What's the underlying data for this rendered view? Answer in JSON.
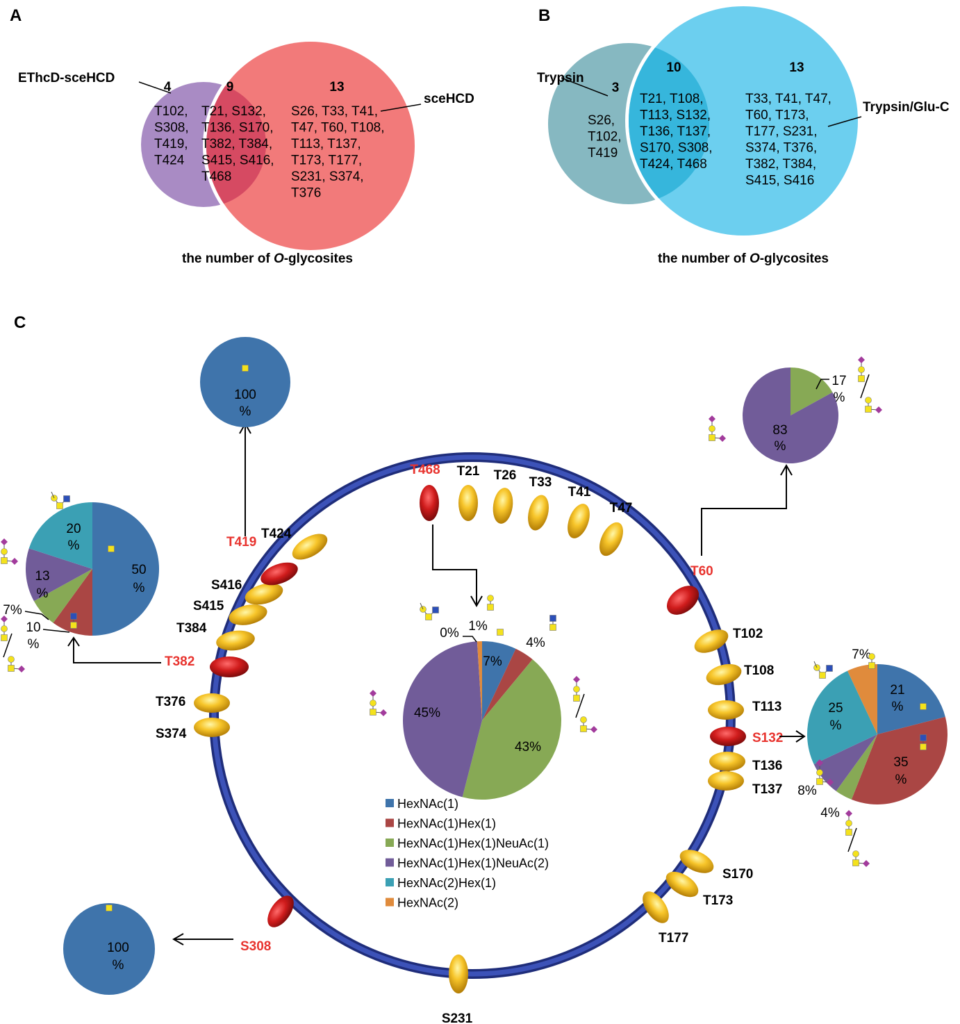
{
  "panels": {
    "a": {
      "letter": "A",
      "footer_pre": "the number of ",
      "footer_italic": "O",
      "footer_post": "-glycosites",
      "left_label": "EThcD-sceHCD",
      "right_label": "sceHCD",
      "left_count": "4",
      "overlap_count": "9",
      "right_count": "13",
      "left_lines": [
        "T102,",
        "S308,",
        "T419,",
        "T424"
      ],
      "overlap_lines": [
        "T21, S132,",
        "T136, S170,",
        "T382, T384,",
        "S415, S416,",
        "T468"
      ],
      "right_lines": [
        "S26, T33, T41,",
        "T47, T60, T108,",
        "T113, T137,",
        "T173, T177,",
        "S231, S374,",
        "T376"
      ]
    },
    "b": {
      "letter": "B",
      "footer_pre": "the number of ",
      "footer_italic": "O",
      "footer_post": "-glycosites",
      "left_label": "Trypsin",
      "right_label": "Trypsin/Glu-C",
      "left_count": "3",
      "overlap_count": "10",
      "right_count": "13",
      "left_lines": [
        "S26,",
        "T102,",
        "T419"
      ],
      "overlap_lines": [
        "T21, T108,",
        "T113, S132,",
        "T136, T137,",
        "S170, S308,",
        "T424, T468"
      ],
      "right_lines": [
        "T33, T41, T47,",
        "T60, T173,",
        "T177, S231,",
        "S374, T376,",
        "T382, T384,",
        "S415, S416"
      ]
    },
    "c": {
      "letter": "C",
      "sites_black": [
        "T21",
        "T26",
        "T33",
        "T41",
        "T47",
        "T102",
        "T108",
        "T113",
        "T136",
        "T137",
        "S170",
        "T173",
        "T177",
        "S231",
        "S374",
        "T376",
        "T384",
        "S415",
        "S416",
        "T424"
      ],
      "sites_red": [
        "T468",
        "T60",
        "S132",
        "T382",
        "T419",
        "S308"
      ],
      "legend": [
        {
          "label": "HexNAc(1)",
          "color": "#3f74ab"
        },
        {
          "label": "HexNAc(1)Hex(1)",
          "color": "#aa4644"
        },
        {
          "label": "HexNAc(1)Hex(1)NeuAc(1)",
          "color": "#87a955"
        },
        {
          "label": "HexNAc(1)Hex(1)NeuAc(2)",
          "color": "#715c99"
        },
        {
          "label": "HexNAc(2)Hex(1)",
          "color": "#3ba0b4"
        },
        {
          "label": "HexNAc(2)",
          "color": "#e08b3c"
        }
      ],
      "pies": {
        "t468": {
          "values": [
            7,
            4,
            43,
            45,
            0,
            1
          ],
          "labels": [
            "7%",
            "4%",
            "43%",
            "45%",
            "0%",
            "1%"
          ]
        },
        "t60": {
          "values": [
            0,
            0,
            17,
            83,
            0,
            0
          ],
          "labels": [
            "17",
            "%",
            "83",
            "%"
          ]
        },
        "s132": {
          "values": [
            21,
            35,
            4,
            8,
            25,
            7
          ],
          "labels": [
            "21",
            "%",
            "35",
            "%",
            "4%",
            "8%",
            "25",
            "%",
            "7%"
          ]
        },
        "t382": {
          "values": [
            50,
            10,
            7,
            13,
            20,
            0
          ],
          "labels": [
            "50",
            "%",
            "10",
            "%",
            "7%",
            "13",
            "%",
            "20",
            "%"
          ]
        },
        "t419": {
          "values": [
            100,
            0,
            0,
            0,
            0,
            0
          ],
          "labels": [
            "100",
            "%"
          ]
        },
        "s308": {
          "values": [
            100,
            0,
            0,
            0,
            0,
            0
          ],
          "labels": [
            "100",
            "%"
          ]
        }
      }
    }
  }
}
